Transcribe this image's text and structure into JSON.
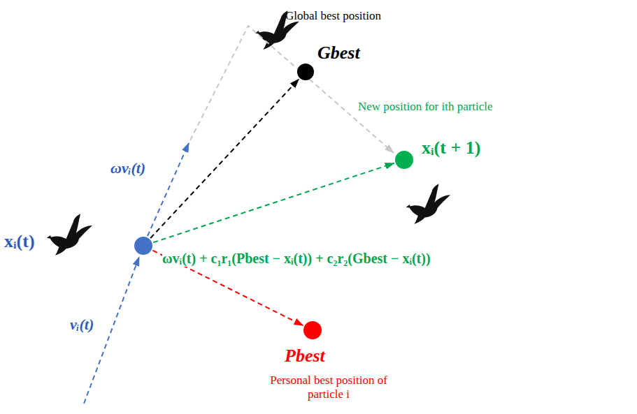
{
  "diagram": {
    "nodes": [
      {
        "text": [
          "Global best position",
          "Gbest"
        ]
      },
      {
        "text": [
          "New position for ith particle",
          "xᵢ(t + 1)"
        ]
      },
      {
        "text": [
          "xᵢ(t)"
        ]
      },
      {
        "text": [
          "Pbest",
          "Personal best position of particle i"
        ]
      }
    ],
    "edges": [
      {
        "from": 2,
        "to": 0,
        "arrow": "to"
      },
      {
        "from": 2,
        "to": 1,
        "arrow": "to",
        "label": "ωvᵢ(t) + c₁r₁(Pbest − xᵢ(t)) + c₂r₂(Gbest − xᵢ(t))"
      },
      {
        "from": 2,
        "to": 3,
        "arrow": "to"
      }
    ],
    "labels": [
      "ωvᵢ(t)",
      "vᵢ(t)"
    ]
  }
}
